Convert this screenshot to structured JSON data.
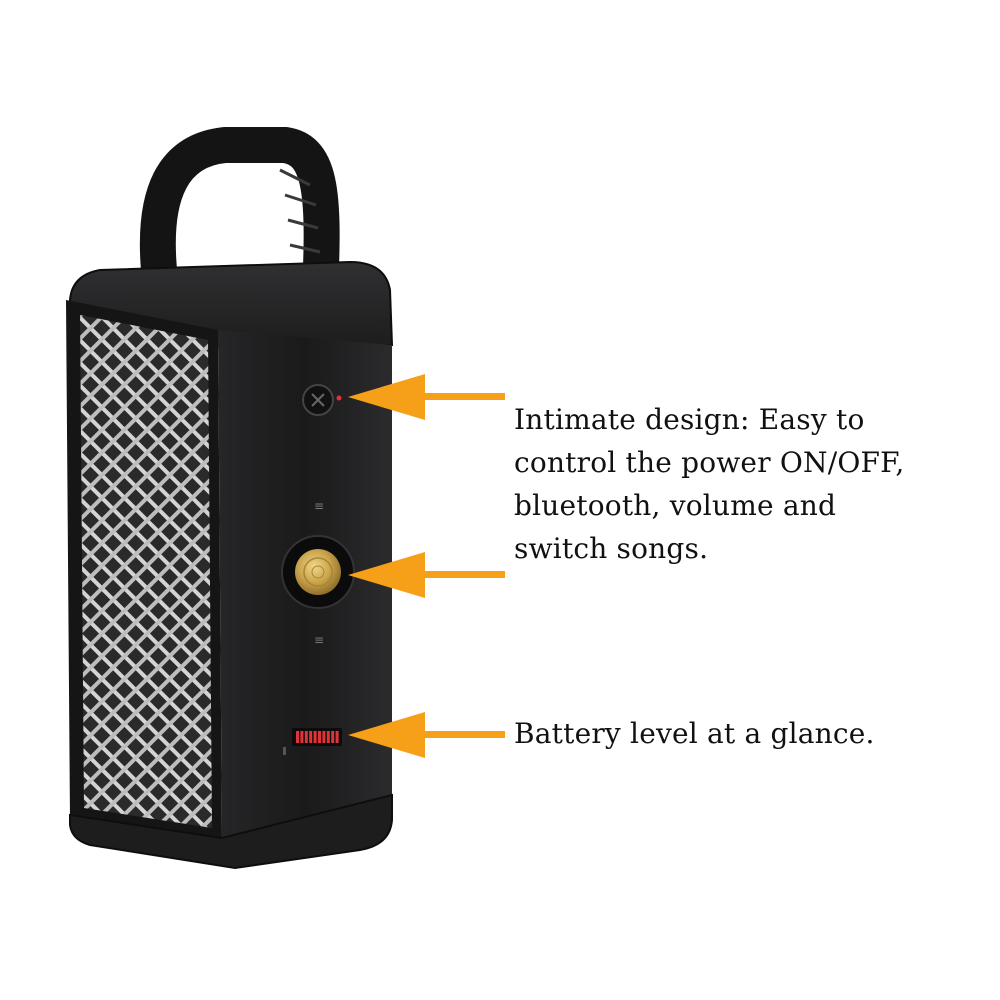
{
  "callouts": {
    "controls": "Intimate design: Easy to\ncontrol the power ON/OFF,\nbluetooth, volume and\nswitch songs.",
    "battery": "Battery level at a glance."
  },
  "colors": {
    "arrow": "#f6a01a",
    "speaker_body": "#1b1b1c",
    "knob": "#c9a34a",
    "battery_led": "#e0333a"
  },
  "battery_indicator": {
    "segments_total": 10,
    "segments_lit": 10
  }
}
